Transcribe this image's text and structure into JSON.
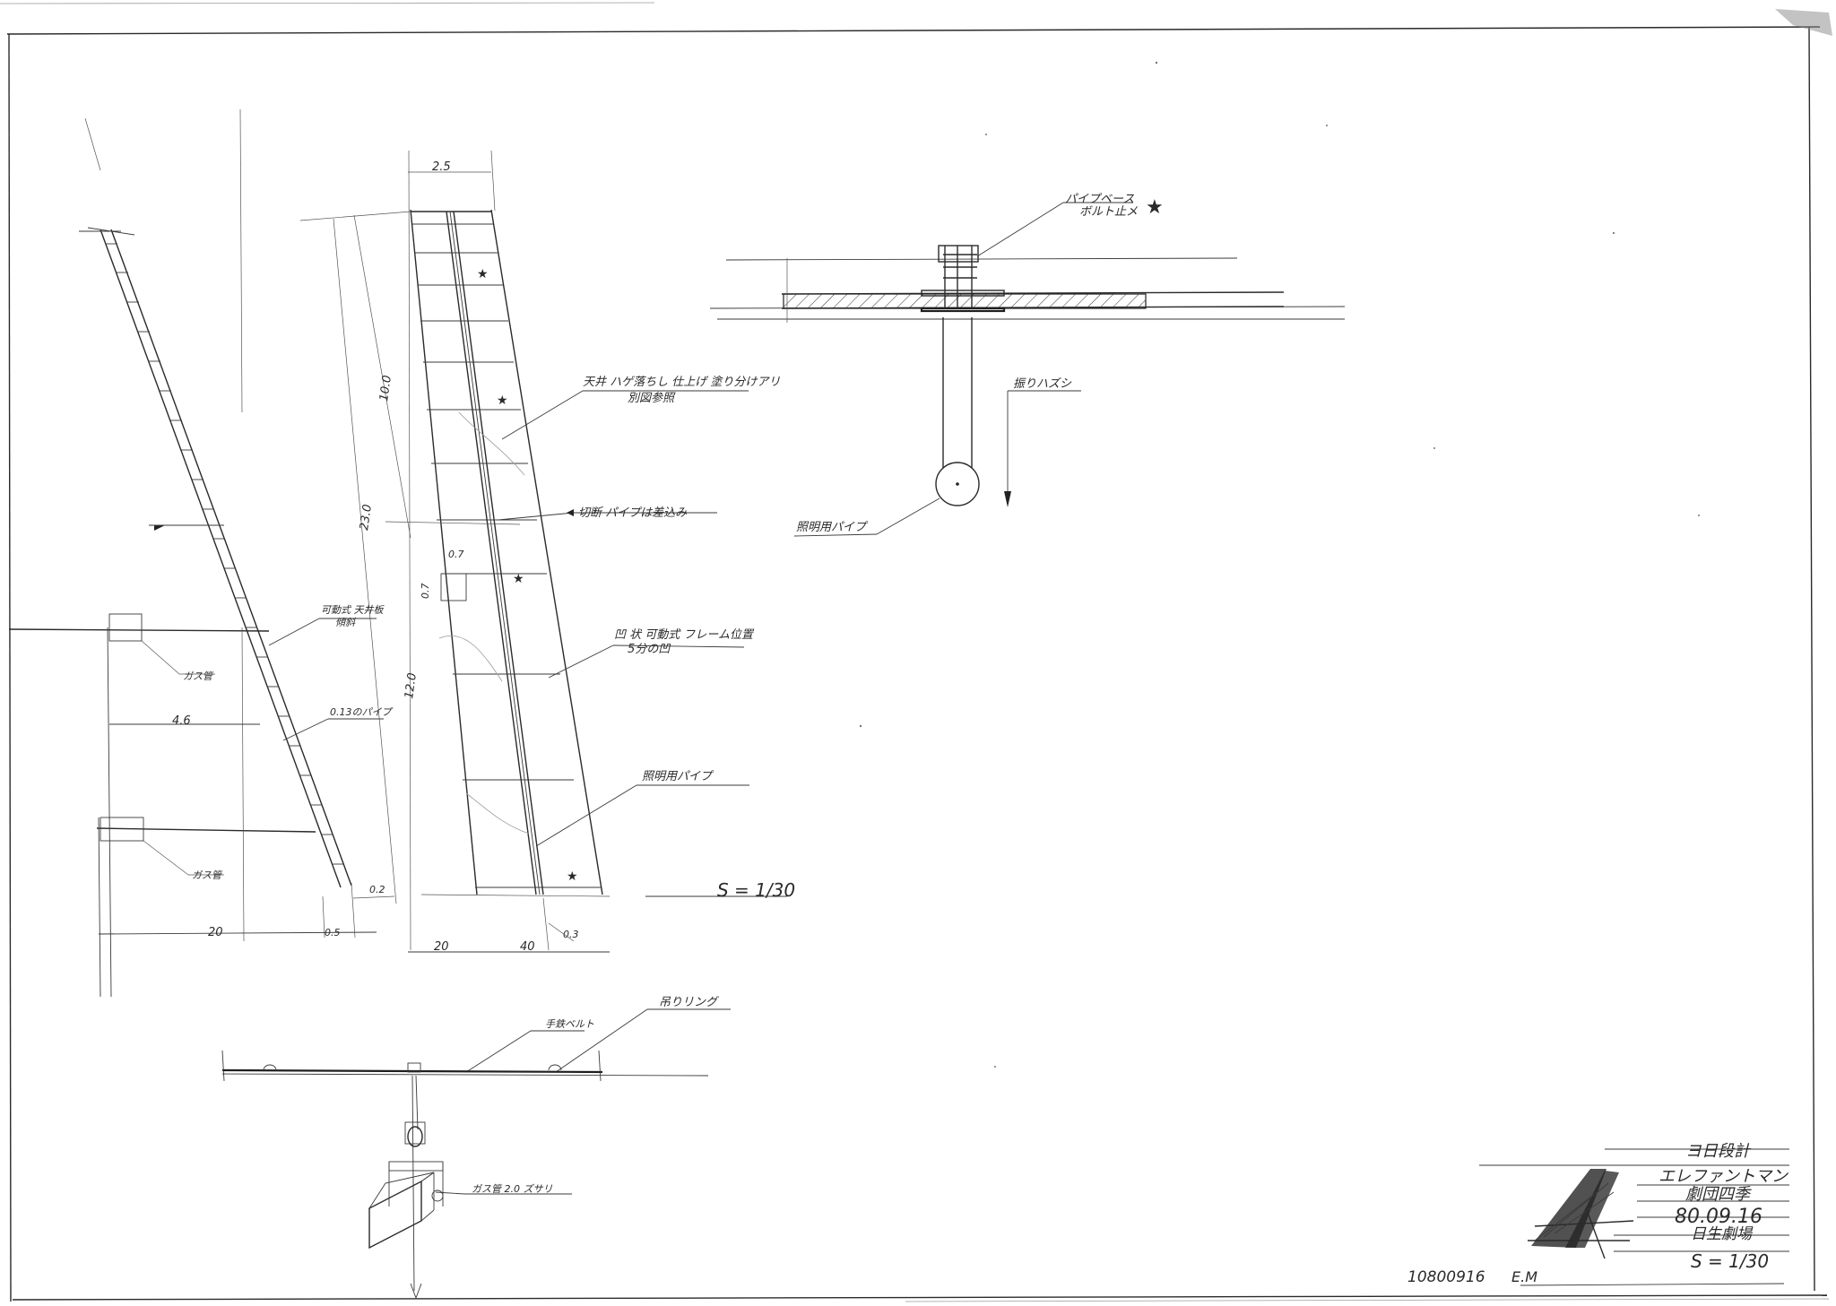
{
  "annotations": {
    "ceiling_finish": "天井 ハゲ落ちし 仕上げ 塗り分けアリ",
    "see_other_drawing": "別図参照",
    "cut_pipe": "切断 パイプは差込み",
    "frame_position": "凹 状 可動式 フレーム位置",
    "frame_position_sub": "5分の凹",
    "lighting_pipe_long": "照明用パイプ",
    "lighting_pipe_section": "照明用パイプ",
    "movable_ceiling": "可動式 天井板",
    "movable_ceiling_sub": "傾斜",
    "gas_pipe_upper": "ガス管",
    "gas_pipe_lower": "ガス管",
    "pipe_spec": "0.13のパイプ",
    "hanging_ring": "吊りリング",
    "hand_bolt": "手鉄ベルト",
    "gas_weight": "ガス管 2.0 ズサリ",
    "pipe_base": "パイプベース",
    "bolt_fix": "ボルト止メ",
    "swing_direction": "振りハズシ"
  },
  "dimensions": {
    "top_width": "2.5",
    "upper_height": "10.0",
    "total_height": "23.0",
    "lower_height": "12.0",
    "small_a": "0.7",
    "small_b": "0.7",
    "dim_46": "4.6",
    "dim_20_left": "20",
    "dim_05": "0.5",
    "dim_02": "0.2",
    "dim_20_bottom": "20",
    "dim_40": "40",
    "dim_03": "0.3"
  },
  "scale_label": "S = 1/30",
  "title_block": {
    "stamp": "ヨ日段計",
    "project": "エレファントマン",
    "subtitle": "劇団四季",
    "date": "80.09.16",
    "venue": "日生劇場",
    "scale": "S = 1/30"
  },
  "footer": {
    "drawing_no": "10800916",
    "initials": "E.M"
  }
}
